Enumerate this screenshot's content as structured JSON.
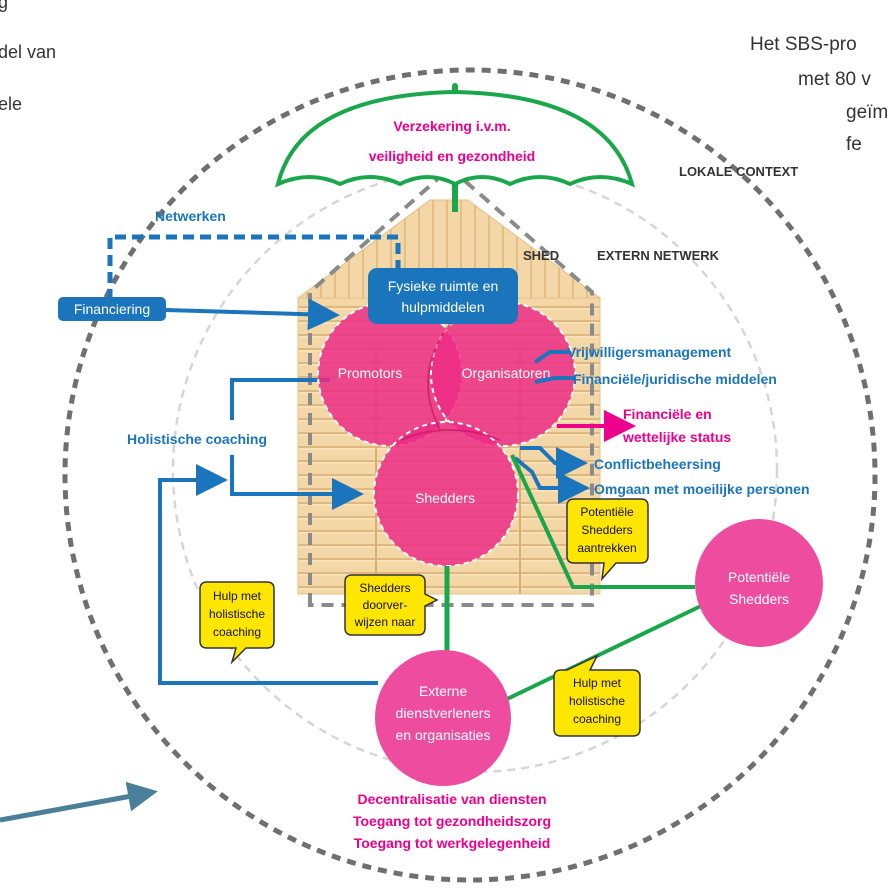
{
  "fragments": {
    "left_1": "g",
    "left_2": "del van",
    "left_3": "ele",
    "right_1": "Het SBS-pro",
    "right_2": "met 80 v",
    "right_3": "geïm",
    "right_4": "fe"
  },
  "umbrella": {
    "line1": "Verzekering i.v.m.",
    "line2": "veiligheid en gezondheid"
  },
  "labels": {
    "lokale_context": "LOKALE CONTEXT",
    "shed": "SHED",
    "extern_netwerk": "EXTERN NETWERK",
    "netwerken": "Netwerken",
    "financiering": "Financiering",
    "fysieke_line1": "Fysieke ruimte en",
    "fysieke_line2": "hulpmiddelen",
    "holistische_coaching": "Holistische coaching",
    "vrijwilligers": "Vrijwilligersmanagement",
    "financiele_juridisch": "Financiële/juridische middelen",
    "financiele_status_1": "Financiële en",
    "financiele_status_2": "wettelijke status",
    "conflict": "Conflictbeheersing",
    "moeilijke": "Omgaan met moeilijke personen"
  },
  "circles": {
    "promotors": "Promotors",
    "organisatoren": "Organisatoren",
    "shedders": "Shedders",
    "potentiele_1": "Potentiële",
    "potentiele_2": "Shedders",
    "extern_1": "Externe",
    "extern_2": "dienstverleners",
    "extern_3": "en organisaties"
  },
  "callouts": {
    "hulp_left": [
      "Hulp met",
      "holistische",
      "coaching"
    ],
    "doorverwijzen": [
      "Shedders",
      "doorver-",
      "wijzen naar"
    ],
    "aantrekken": [
      "Potentiële",
      "Shedders",
      "aantrekken"
    ],
    "hulp_right": [
      "Hulp met",
      "holistische",
      "coaching"
    ]
  },
  "bottom": {
    "line1": "Decentralisatie van diensten",
    "line2": "Toegang tot gezondheidszorg",
    "line3": "Toegang tot werkgelegenheid"
  },
  "colors": {
    "blue": "#1b75bc",
    "green": "#1aa74b",
    "pink": "#ec008c",
    "circle_pink": "#ee4c9f",
    "yellow": "#ffe600",
    "grey": "#8a8a8a",
    "wood": "#f2d19b"
  }
}
